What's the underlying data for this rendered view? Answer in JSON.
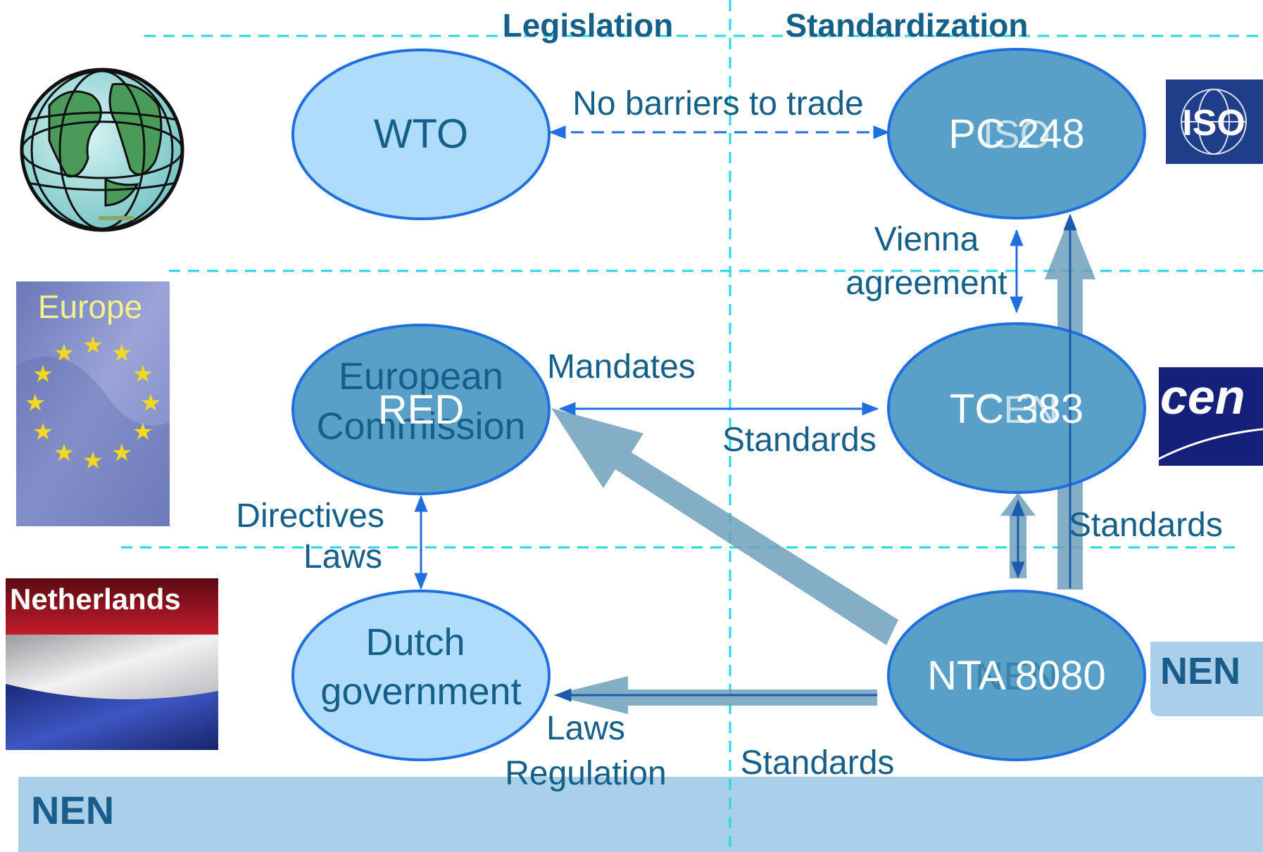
{
  "headers": {
    "legislation": "Legislation",
    "standardization": "Standardization"
  },
  "regions": {
    "europe": "Europe",
    "netherlands": "Netherlands"
  },
  "nodes": {
    "wto": "WTO",
    "iso": "ISO",
    "pc248": "PC 248",
    "ec_line1": "European",
    "ec_line2": "Commission",
    "red": "RED",
    "cen": "CEN",
    "tc383": "TC 383",
    "dutch_line1": "Dutch",
    "dutch_line2": "government",
    "nen": "NEN",
    "nta8080": "NTA 8080"
  },
  "edge_labels": {
    "no_barriers": "No barriers to trade",
    "vienna_line1": "Vienna",
    "vienna_line2": "agreement",
    "mandates": "Mandates",
    "standards_ec_cen": "Standards",
    "directives": "Directives",
    "laws_eu": "Laws",
    "standards_iso": "Standards",
    "laws_nl": "Laws",
    "regulation": "Regulation",
    "standards_nl": "Standards"
  },
  "logos": {
    "iso": "ISO",
    "cen": "cen",
    "nen_right": "NEN",
    "nen_footer": "NEN"
  },
  "colors": {
    "light_fill": "#AEDCFA",
    "dark_fill": "#58A0C8",
    "stroke": "#1F6FE0",
    "text_dark": "#15608A",
    "guide_dashed": "#22D8E8",
    "footer": "#AACFEA",
    "nen_blue": "#1A5C8C"
  }
}
